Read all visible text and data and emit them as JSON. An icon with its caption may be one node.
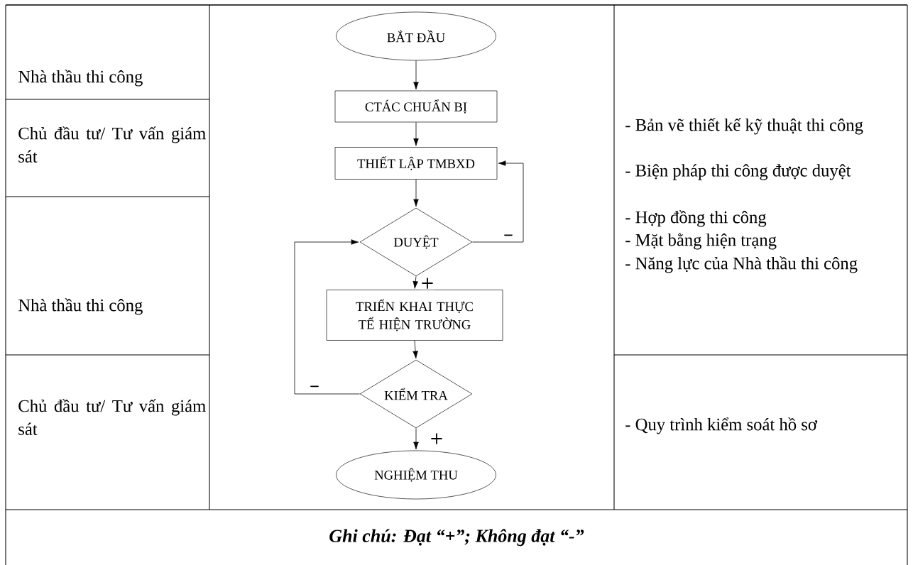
{
  "diagram": {
    "nodes": [
      {
        "text": [
          "BẮT ĐẦU"
        ]
      },
      {
        "text": [
          "CTÁC CHUẨN BỊ"
        ]
      },
      {
        "text": [
          "THIẾT LẬP TMBXD"
        ]
      },
      {
        "text": [
          "DUYỆT"
        ]
      },
      {
        "text": [
          "TRIỂN KHAI THỰC TẾ HIỆN TRƯỜNG"
        ]
      },
      {
        "text": [
          "KIỂM TRA"
        ]
      },
      {
        "text": [
          "NGHIỆM THU"
        ]
      }
    ],
    "edges": [
      {
        "from": 0,
        "to": 1,
        "arrow": "to"
      },
      {
        "from": 1,
        "to": 2,
        "arrow": "to"
      },
      {
        "from": 2,
        "to": 3,
        "arrow": "to"
      },
      {
        "from": 3,
        "to": 2,
        "arrow": "to",
        "label": "–"
      },
      {
        "from": 3,
        "to": 4,
        "arrow": "to",
        "label": "+"
      },
      {
        "from": 4,
        "to": 5,
        "arrow": "to"
      },
      {
        "from": 5,
        "to": 3,
        "arrow": "to",
        "label": "–"
      },
      {
        "from": 5,
        "to": 6,
        "arrow": "to",
        "label": "+"
      }
    ],
    "labels": [
      "Nhà thầu thi công",
      "Chủ đầu tư/ Tư vấn giám sát",
      "Nhà thầu thi công",
      "Chủ đầu tư/ Tư vấn giám sát",
      "- Bản vẽ thiết kế kỹ thuật thi công",
      "- Biện pháp thi công được duyệt",
      "- Hợp đồng thi công",
      "- Mặt bằng hiện trạng",
      "- Năng lực của Nhà thầu thi công",
      "- Quy trình kiểm soát hồ sơ",
      "Ghi chú: Đạt “+”;   Không đạt “-”"
    ]
  }
}
